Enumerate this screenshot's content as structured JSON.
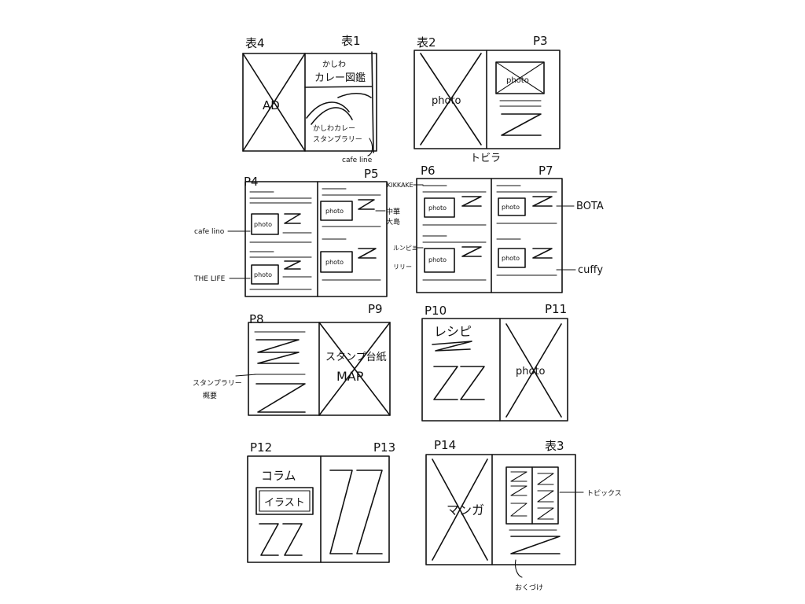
{
  "spreads": [
    {
      "left": "表4",
      "right": "表1"
    },
    {
      "left": "表2",
      "right": "P3"
    },
    {
      "left": "P4",
      "right": "P5"
    },
    {
      "left": "P6",
      "right": "P7"
    },
    {
      "left": "P8",
      "right": "P9"
    },
    {
      "left": "P10",
      "right": "P11"
    },
    {
      "left": "P12",
      "right": "P13"
    },
    {
      "left": "P14",
      "right": "表3"
    }
  ],
  "cover": {
    "ad": "AD",
    "title_line1": "かしわ",
    "title_line2": "カレー図鑑",
    "stamp_line1": "かしわカレー",
    "stamp_line2": "スタンプラリー",
    "annotation": "cafe line"
  },
  "p2p3": {
    "photo_left": "photo",
    "photo_right": "photo",
    "annotation": "トビラ"
  },
  "p4p7": {
    "photo": "photo",
    "annotations": {
      "cafe_lino": "cafe lino",
      "the_life": "THE LIFE",
      "chinese_line1": "中華",
      "chinese_line2": "大島",
      "kikkake": "KIKKAKE",
      "lunpini": "ルンピニ",
      "lily": "リリー",
      "bota": "BOTA",
      "cuffy": "cuffy"
    }
  },
  "p8p9": {
    "map_line1": "スタンプ台紙",
    "map_line2": "MAP",
    "annotation_line1": "スタンプラリー",
    "annotation_line2": "概要"
  },
  "p10p11": {
    "recipe": "レシピ",
    "photo": "photo"
  },
  "p12p13": {
    "column": "コラム",
    "illust": "イラスト"
  },
  "p14": {
    "manga": "マンガ",
    "topics": "トピックス",
    "okuzuke": "おくづけ"
  }
}
